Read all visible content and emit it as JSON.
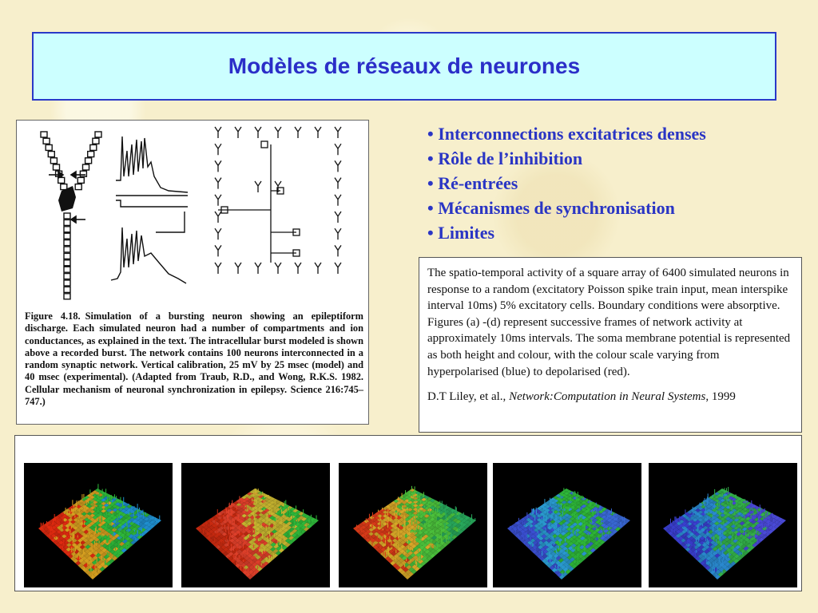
{
  "title": "Modèles de réseaux de neurones",
  "figure": {
    "label": "Figure 4.18.",
    "caption": "Simulation of a bursting neuron showing an epileptiform discharge. Each simulated neuron had a number of compartments and ion conductances, as explained in the text. The intracellular burst modeled is shown above a recorded burst. The network contains 100 neurons interconnected in a random synaptic network. Vertical calibration, 25 mV by 25 msec (model) and 40 msec (experimental). (Adapted from Traub, R.D., and Wong, R.K.S. 1982. Cellular mechanism of neuronal synchronization in epilepsy. Science 216:745–747.)"
  },
  "bullets": [
    "• Interconnections excitatrices denses",
    "• Rôle de l’inhibition",
    "• Ré-entrées",
    "• Mécanismes de synchronisation",
    "• Limites"
  ],
  "description": {
    "text": "The spatio-temporal activity of a square array of 6400 simulated neurons in response to a random (excitatory Poisson spike train input, mean interspike interval 10ms) 5% excitatory cells. Boundary conditions were absorptive. Figures (a) -(d) represent successive frames of network activity at approximately 10ms intervals. The soma membrane potential is represented as both height and colour, with the colour scale varying from hyperpolarised (blue) to depolarised (red).",
    "cite_authors": "D.T  Liley, et al., ",
    "cite_journal": "Network:Computation in Neural Systems",
    "cite_year": ", 1999"
  },
  "frames": [
    {
      "name": "frame-1",
      "palette": [
        "#e02a10",
        "#d8a020",
        "#2fb93a",
        "#1f8fcf"
      ]
    },
    {
      "name": "frame-2",
      "palette": [
        "#c82a10",
        "#e0402a",
        "#c7b530",
        "#2fb93a"
      ]
    },
    {
      "name": "frame-3",
      "palette": [
        "#d83a18",
        "#d8a828",
        "#4cc23c",
        "#28a95c"
      ]
    },
    {
      "name": "frame-4",
      "palette": [
        "#3a4fd0",
        "#2a9ad0",
        "#2fb93a",
        "#3a6ad8"
      ]
    },
    {
      "name": "frame-5",
      "palette": [
        "#3a3fd0",
        "#2a8ad0",
        "#33b14a",
        "#4a4ad8"
      ]
    }
  ]
}
